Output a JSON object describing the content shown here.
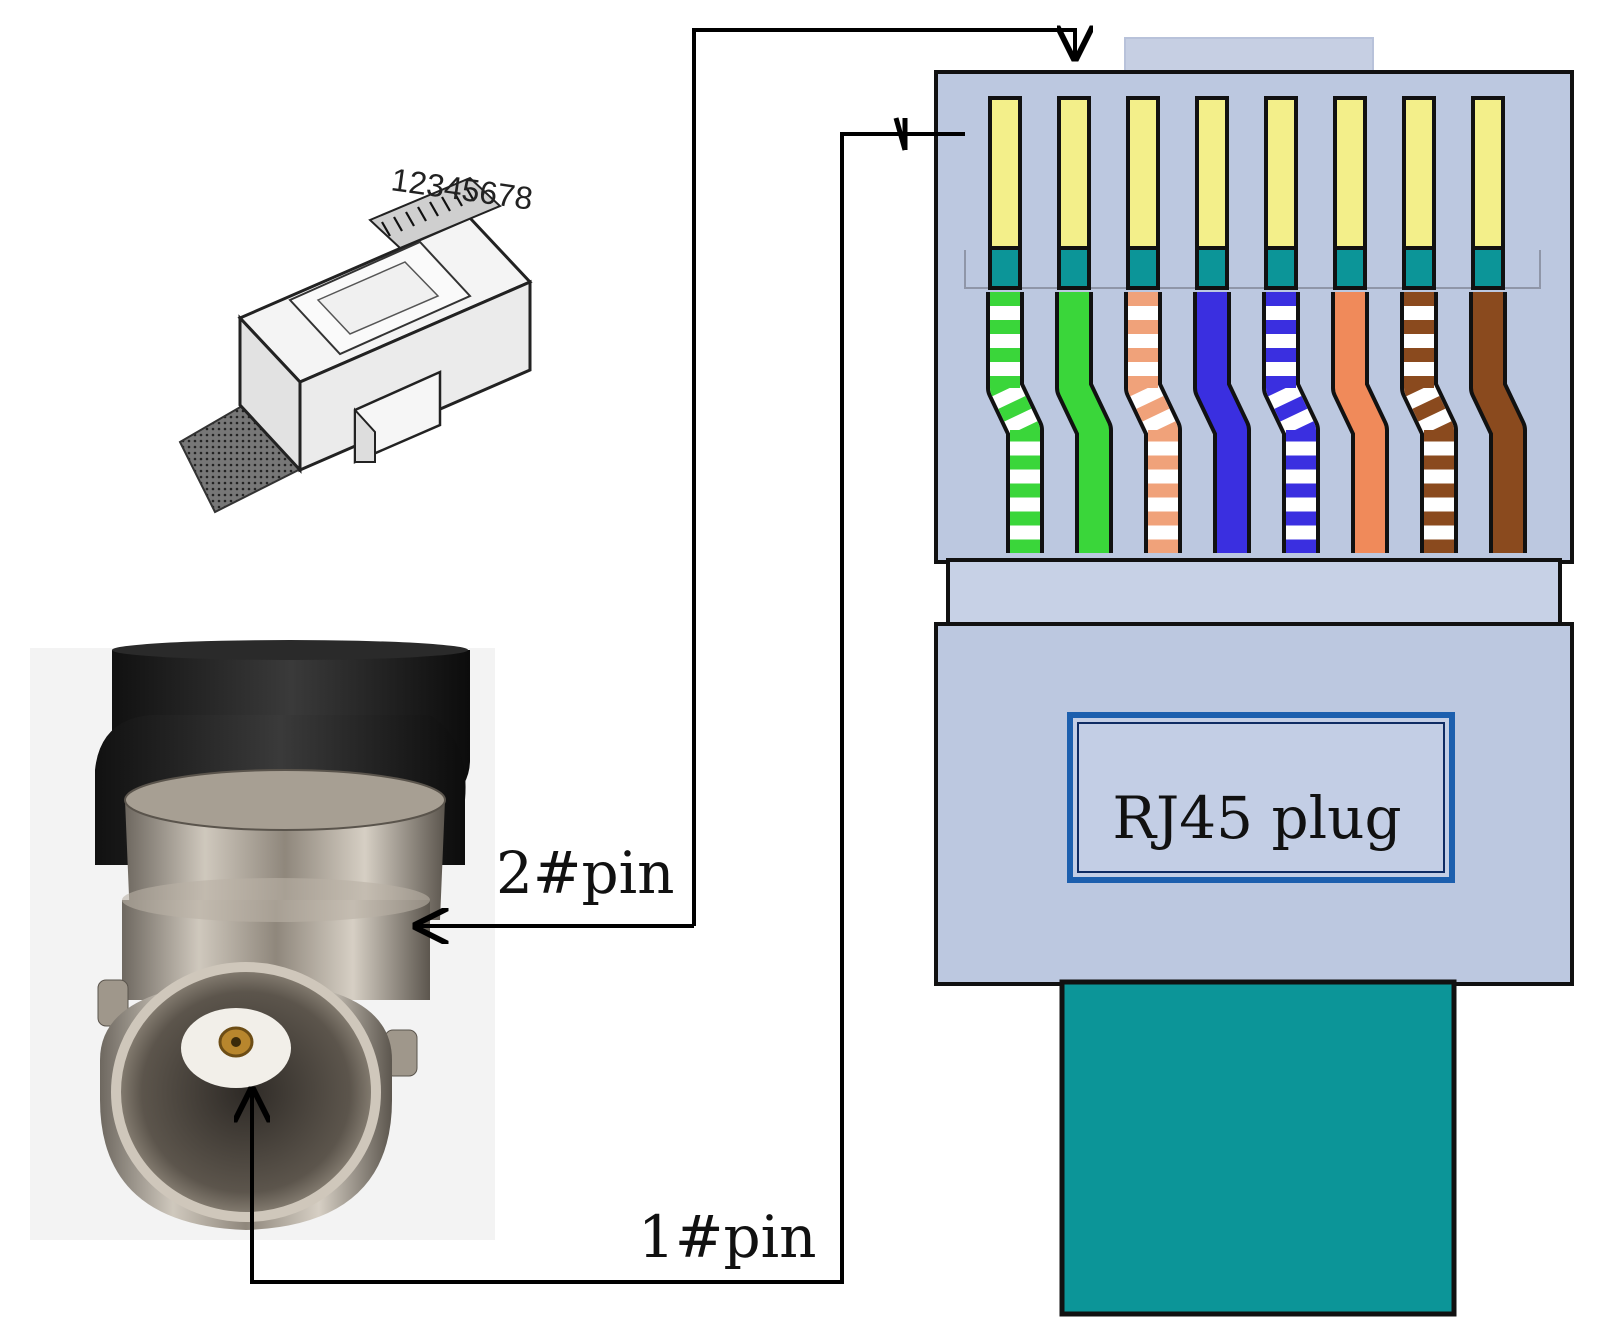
{
  "rj45_sketch": {
    "pin_numbers": "12345678"
  },
  "rj45_plug": {
    "label": "RJ45 plug",
    "wires": [
      {
        "color": "#3ad63a",
        "striped": true
      },
      {
        "color": "#3ad63a",
        "striped": false
      },
      {
        "color": "#f0a27a",
        "striped": true
      },
      {
        "color": "#3a2fe0",
        "striped": false
      },
      {
        "color": "#3a2fe0",
        "striped": true
      },
      {
        "color": "#f08a5a",
        "striped": false
      },
      {
        "color": "#8a4a1e",
        "striped": true
      },
      {
        "color": "#8a4a1e",
        "striped": false
      }
    ],
    "body_color": "#bcc8e0",
    "contact_color": "#f3ef8a",
    "strain_color": "#0c9598"
  },
  "connections": {
    "pin2_label": "2#pin",
    "pin1_label": "1#pin"
  },
  "bnc_connector": {
    "icon": "bnc-connector-icon"
  }
}
